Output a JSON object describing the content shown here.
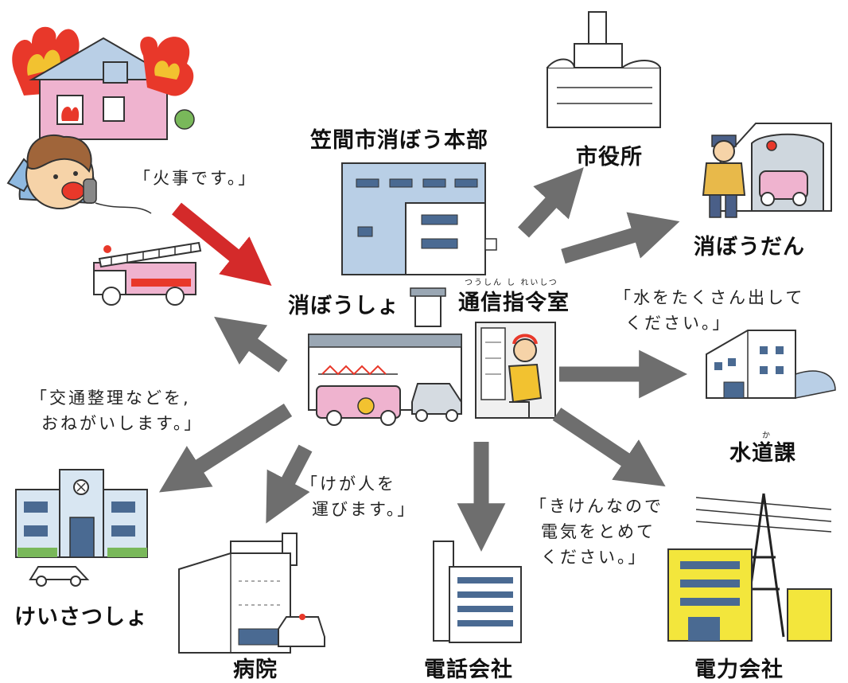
{
  "labels": {
    "hq": "笠間市消ぼう本部",
    "city_hall": "市役所",
    "fire_brigade": "消ぼうだん",
    "fire_station": "消ぼうしょ",
    "command_room": "通信指令室",
    "command_room_reading": "つうしん し れいしつ",
    "waterworks": "水道課",
    "waterworks_reading": "か",
    "police": "けいさつしょ",
    "hospital": "病院",
    "phone_company": "電話会社",
    "power_company": "電力会社"
  },
  "messages": {
    "fire_call": "「火事です。」",
    "water": [
      "「水をたくさん出して",
      "ください。」"
    ],
    "traffic": [
      "「交通整理などを,",
      "おねがいします。」"
    ],
    "injured": [
      "「けが人を",
      "運びます。」"
    ],
    "power": [
      "「きけんなので",
      "電気をとめて",
      "ください。」"
    ]
  },
  "colors": {
    "arrow_gray": "#6e6e6e",
    "arrow_red": "#d42a2a",
    "fire": "#e8382a",
    "flame_yellow": "#f2c230",
    "building_blue": "#b9cfe6",
    "building_pink": "#efb3cf",
    "power_yellow": "#f3e63c"
  }
}
